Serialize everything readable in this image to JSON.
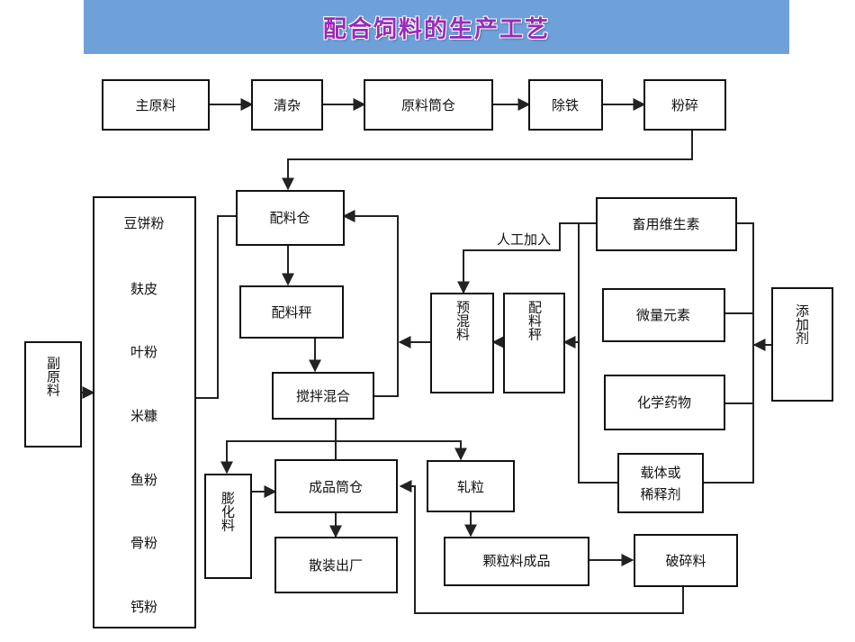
{
  "title": "配合饲料的生产工艺",
  "nodes": {
    "main_material": "主原料",
    "cleaning": "清杂",
    "silo": "原料筒仓",
    "iron_removal": "除铁",
    "crushing": "粉碎",
    "batch_bin": "配料仓",
    "batch_scale": "配料秤",
    "mixing": "搅拌混合",
    "finished_silo": "成品筒仓",
    "bulk_out": "散装出厂",
    "puffed": "膨化料",
    "pelleting": "轧粒",
    "pellet_product": "颗粒料成品",
    "crumbled": "破碎料",
    "premix": "预混料",
    "premix_scale": "配料秤",
    "vitamins": "畜用维生素",
    "trace_elements": "微量元素",
    "drugs": "化学药物",
    "carrier": [
      "载体或",
      "稀释剂"
    ],
    "additives": "添加剂",
    "sub_material": "副原料"
  },
  "sub_list": [
    "豆饼粉",
    "麸皮",
    "叶粉",
    "米糠",
    "鱼粉",
    "骨粉",
    "钙粉"
  ],
  "manual_label": "人工加入",
  "colors": {
    "banner": "#6ea1da",
    "title": "#9a2ab8",
    "line": "#222222"
  }
}
